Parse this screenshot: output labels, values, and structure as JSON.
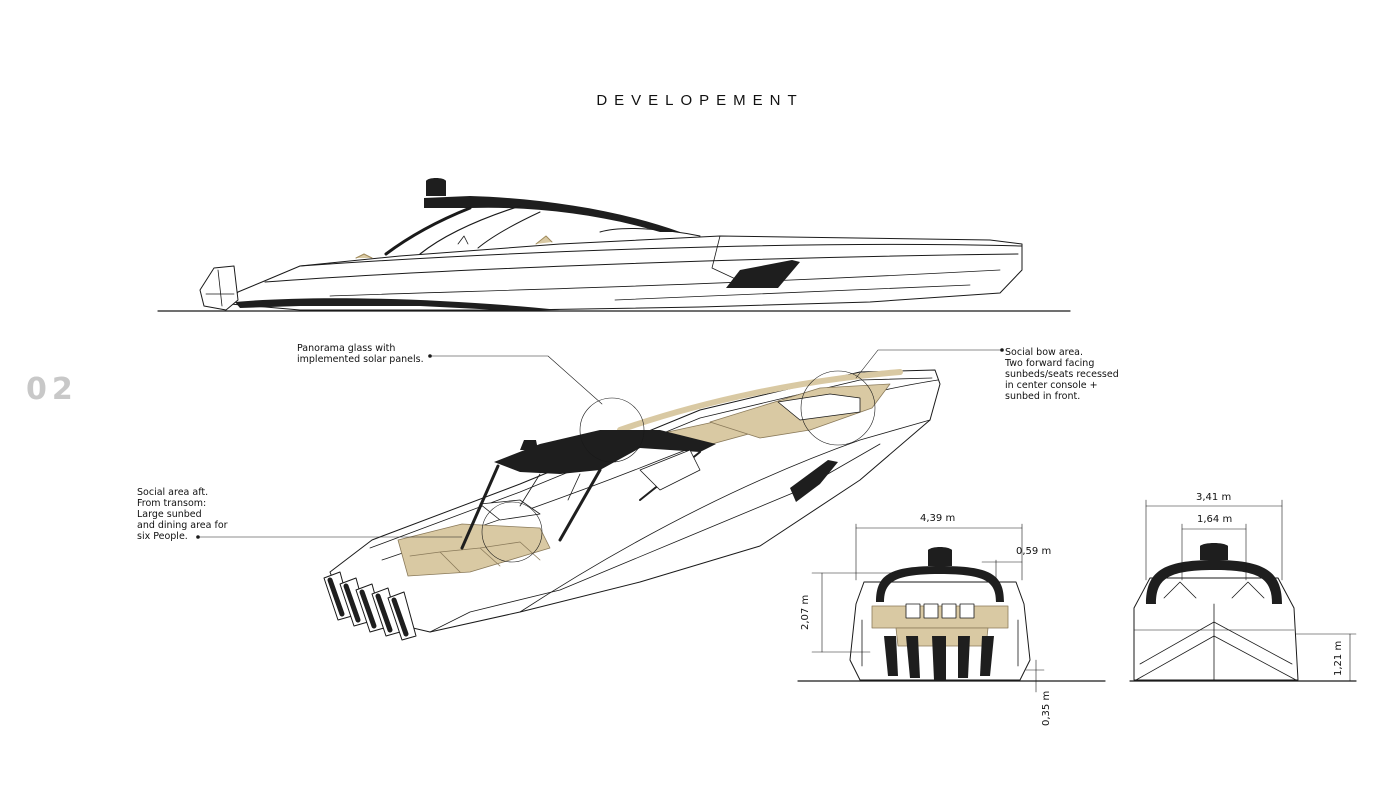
{
  "title": "DEVELOPEMENT",
  "page_number": "02",
  "annotations": {
    "panorama": [
      "Panorama glass with",
      "implemented solar panels."
    ],
    "bow": [
      "Social bow area.",
      "Two forward facing",
      "sunbeds/seats recessed",
      "in center console +",
      "sunbed in front."
    ],
    "aft": [
      "Social area aft.",
      "From transom:",
      "Large sunbed",
      "and dining area for",
      "six People."
    ]
  },
  "dimensions": {
    "stern_width": "4,39 m",
    "stern_offset": "0,59 m",
    "stern_height": "2,07 m",
    "stern_draft": "0,35 m",
    "bow_beam": "3,41 m",
    "bow_inner": "1,64 m",
    "bow_height": "1,21 m"
  },
  "colors": {
    "line": "#1a1a1a",
    "dark_fill": "#1e1e1e",
    "teak": "#d9c9a3",
    "light_gray": "#c8c8c8"
  }
}
